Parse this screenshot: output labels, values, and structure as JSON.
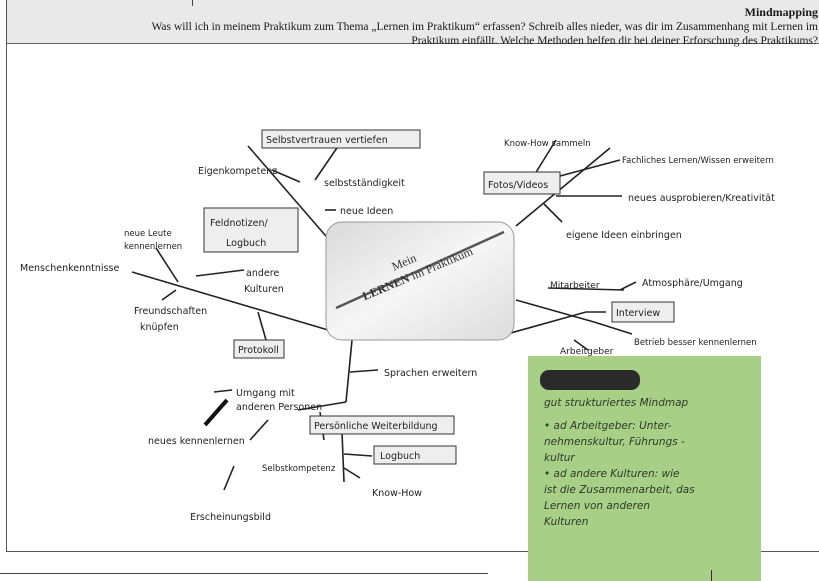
{
  "header": {
    "title": "Mindmapping",
    "question_line1": "Was will ich in meinem Praktikum zum Thema „Lernen im Praktikum“ erfassen? Schreib alles nieder, was dir im Zusammenhang mit Lernen im",
    "question_line2": "Praktikum einfällt. Welche Methoden helfen dir bei deiner Erforschung des Praktikums?"
  },
  "center": {
    "line1": "Mein",
    "line2_bold": "LERNEN",
    "line2_rest": " im Praktikum"
  },
  "labels": {
    "selbstvertrauen": "Selbstvertrauen vertiefen",
    "eigenkompetenz": "Eigenkompetenz",
    "selbststaendigkeit": "selbstständigkeit",
    "neue_ideen": "neue Ideen",
    "feldnotizen_1": "Feldnotizen/",
    "feldnotizen_2": "Logbuch",
    "neue_leute_1": "neue Leute",
    "neue_leute_2": "kennenlernen",
    "menschenkenntnisse": "Menschenkenntnisse",
    "andere_kulturen_1": "andere",
    "andere_kulturen_2": "Kulturen",
    "freundschaften_1": "Freundschaften",
    "freundschaften_2": "knüpfen",
    "protokoll": "Protokoll",
    "umgang_1": "Umgang mit",
    "umgang_2": "anderen Personen",
    "neues_kennenlernen": "neues kennenlernen",
    "sprachen": "Sprachen erweitern",
    "persoenliche": "Persönliche Weiterbildung",
    "logbuch": "Logbuch",
    "selbstkompetenz": "Selbstkompetenz",
    "knowhow": "Know-How",
    "erscheinungsbild": "Erscheinungsbild",
    "knowhow_sammeln": "Know-How sammeln",
    "fotos": "Fotos/Videos",
    "fachliches": "Fachliches Lernen/Wissen erweitern",
    "neues_ausprobieren": "neues ausprobieren/Kreativität",
    "eigene_ideen": "eigene Ideen einbringen",
    "mitarbeiter": "Mitarbeiter",
    "atmosphaere": "Atmosphäre/Umgang",
    "interview": "Interview",
    "betrieb": "Betrieb besser kennenlernen",
    "arbeitgeber": "Arbeitgeber"
  },
  "sticky": {
    "redacted": "",
    "lines": [
      "gut strukturiertes Mindmap",
      "• ad Arbeitgeber: Unter-",
      "nehmenskultur, Führungs -",
      "kultur",
      "• ad andere Kulturen: wie",
      "ist die Zusammenarbeit, das",
      "Lernen von anderen",
      "Kulturen"
    ]
  },
  "colors": {
    "header_bg": "#e9e9e9",
    "sticky_note": "#a7cf86",
    "label_box": "#eeeeee"
  }
}
